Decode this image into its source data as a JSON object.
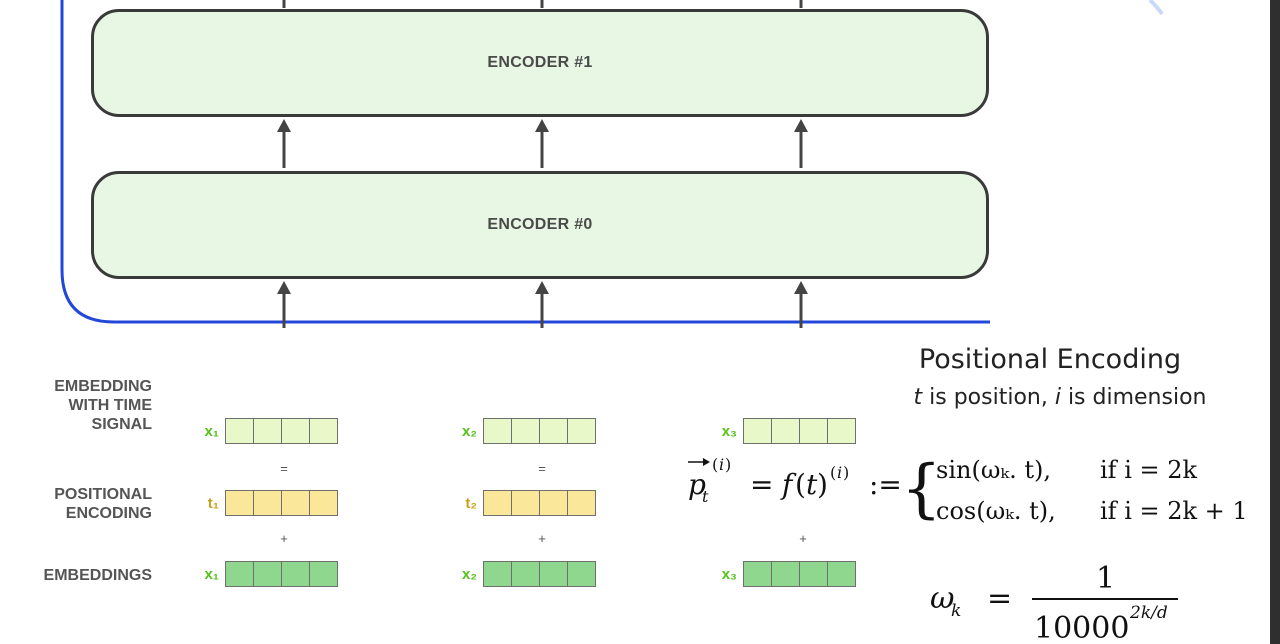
{
  "encoders": [
    {
      "label": "ENCODER #1"
    },
    {
      "label": "ENCODER #0"
    }
  ],
  "rows": {
    "embedding_with_time_signal": [
      "EMBEDDING",
      "WITH TIME",
      "SIGNAL"
    ],
    "positional_encoding": [
      "POSITIONAL",
      "ENCODING"
    ],
    "embeddings": "EMBEDDINGS"
  },
  "vectors": {
    "time_signal": [
      "x₁",
      "x₂",
      "x₃"
    ],
    "positional": [
      "t₁",
      "t₂"
    ],
    "embeddings": [
      "x₁",
      "x₂",
      "x₃"
    ]
  },
  "operators": {
    "equals": "=",
    "plus": "+"
  },
  "positional_encoding": {
    "title": "Positional Encoding",
    "subtitle_t": "t",
    "subtitle_mid": " is position, ",
    "subtitle_i": "i",
    "subtitle_end": " is dimension",
    "formula_case1_cond": "if i = 2k",
    "formula_case2_cond": "if i = 2k + 1",
    "formula_sin": "sin(ωₖ. t),",
    "formula_cos": "cos(ωₖ. t),",
    "omega_numerator": "1",
    "omega_denominator": "10000",
    "omega_exponent": "2k/d"
  },
  "colors": {
    "encoder_fill": "#e8f6e4",
    "outline_blue": "#2347d9",
    "time_signal_fill": "#e9f8c8",
    "positional_fill": "#fbe79a",
    "embedding_fill": "#8fd68f",
    "x_label": "#55c21b",
    "t_label": "#c9a21b"
  }
}
